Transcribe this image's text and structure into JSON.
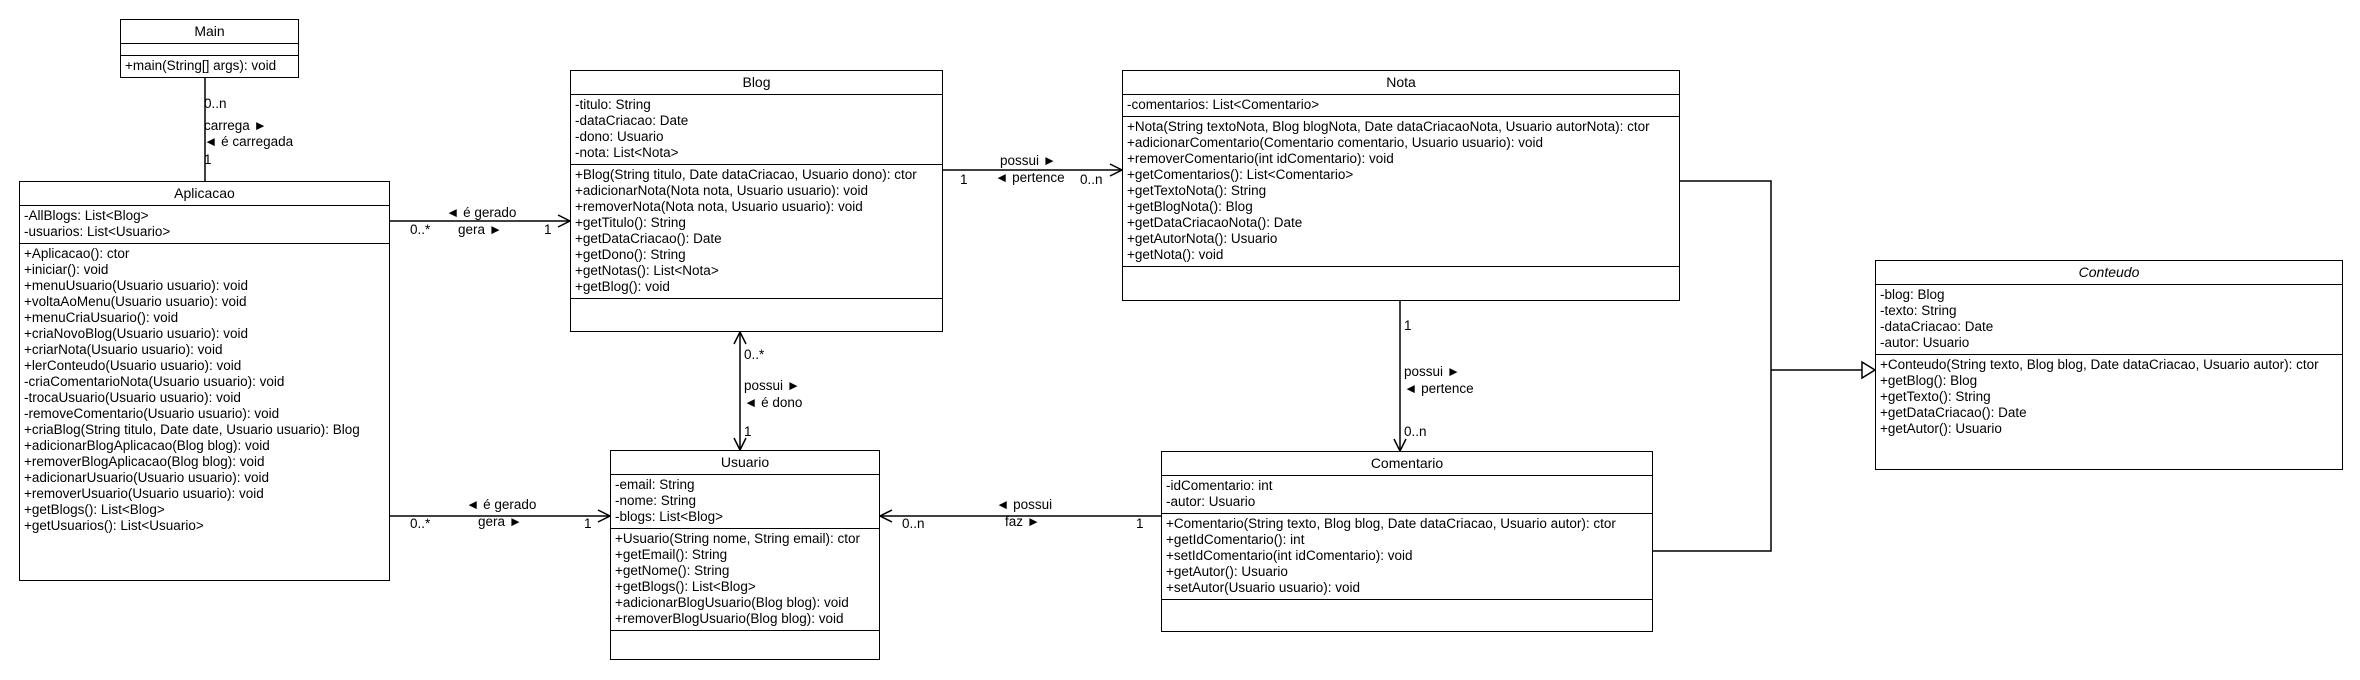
{
  "classes": {
    "main": {
      "name": "Main",
      "attributes": [],
      "operations": [
        "+main(String[] args): void"
      ]
    },
    "aplicacao": {
      "name": "Aplicacao",
      "attributes": [
        "-AllBlogs: List<Blog>",
        "-usuarios: List<Usuario>"
      ],
      "operations": [
        "+Aplicacao(): ctor",
        "+iniciar(): void",
        "+menuUsuario(Usuario usuario): void",
        "+voltaAoMenu(Usuario usuario): void",
        "+menuCriaUsuario(): void",
        "+criaNovoBlog(Usuario usuario): void",
        "+criarNota(Usuario usuario): void",
        "+lerConteudo(Usuario usuario): void",
        "-criaComentarioNota(Usuario usuario): void",
        "-trocaUsuario(Usuario usuario): void",
        "-removeComentario(Usuario usuario): void",
        "+criaBlog(String titulo, Date date, Usuario usuario): Blog",
        "+adicionarBlogAplicacao(Blog blog): void",
        "+removerBlogAplicacao(Blog blog): void",
        "+adicionarUsuario(Usuario usuario): void",
        "+removerUsuario(Usuario usuario): void",
        "+getBlogs(): List<Blog>",
        "+getUsuarios(): List<Usuario>"
      ]
    },
    "blog": {
      "name": "Blog",
      "attributes": [
        "-titulo: String",
        "-dataCriacao: Date",
        "-dono: Usuario",
        "-nota: List<Nota>"
      ],
      "operations": [
        "+Blog(String titulo, Date dataCriacao, Usuario dono): ctor",
        "+adicionarNota(Nota nota, Usuario usuario): void",
        "+removerNota(Nota nota, Usuario usuario): void",
        "+getTitulo(): String",
        "+getDataCriacao(): Date",
        "+getDono(): String",
        "+getNotas(): List<Nota>",
        "+getBlog(): void"
      ]
    },
    "nota": {
      "name": "Nota",
      "attributes": [
        "-comentarios: List<Comentario>"
      ],
      "operations": [
        "+Nota(String textoNota, Blog blogNota, Date dataCriacaoNota, Usuario autorNota): ctor",
        "+adicionarComentario(Comentario comentario, Usuario usuario): void",
        "+removerComentario(int idComentario): void",
        "+getComentarios(): List<Comentario>",
        "+getTextoNota(): String",
        "+getBlogNota(): Blog",
        "+getDataCriacaoNota(): Date",
        "+getAutorNota(): Usuario",
        "+getNota(): void"
      ]
    },
    "usuario": {
      "name": "Usuario",
      "attributes": [
        "-email: String",
        "-nome: String",
        "-blogs: List<Blog>"
      ],
      "operations": [
        "+Usuario(String nome, String email): ctor",
        "+getEmail(): String",
        "+getNome(): String",
        "+getBlogs(): List<Blog>",
        "+adicionarBlogUsuario(Blog blog): void",
        "+removerBlogUsuario(Blog blog): void"
      ]
    },
    "comentario": {
      "name": "Comentario",
      "attributes": [
        "-idComentario: int",
        "-autor: Usuario"
      ],
      "operations": [
        "+Comentario(String texto, Blog blog, Date dataCriacao, Usuario autor): ctor",
        "+getIdComentario(): int",
        "+setIdComentario(int idComentario): void",
        "+getAutor(): Usuario",
        "+setAutor(Usuario usuario): void"
      ]
    },
    "conteudo": {
      "name": "Conteudo",
      "attributes": [
        "-blog: Blog",
        "-texto: String",
        "-dataCriacao: Date",
        "-autor: Usuario"
      ],
      "operations": [
        "+Conteudo(String texto, Blog blog, Date dataCriacao, Usuario autor): ctor",
        "+getBlog(): Blog",
        "+getTexto(): String",
        "+getDataCriacao(): Date",
        "+getAutor(): Usuario"
      ]
    }
  },
  "associations": {
    "main_aplicacao": {
      "label1": "carrega ►",
      "label2": "◄ é carregada",
      "mult_top": "0..n",
      "mult_bottom": "1"
    },
    "aplicacao_blog": {
      "label1": "◄ é gerado",
      "label2": "gera ►",
      "mult_left": "0..*",
      "mult_right": "1"
    },
    "blog_nota": {
      "label1": "possui ►",
      "label2": "◄ pertence",
      "mult_left": "1",
      "mult_right": "0..n"
    },
    "blog_usuario": {
      "mult_top": "0..*",
      "label1": "possui ►",
      "label2": "◄ é dono",
      "mult_bottom": "1"
    },
    "nota_comentario": {
      "mult_top": "1",
      "label1": "possui ►",
      "label2": "◄ pertence",
      "mult_bottom": "0..n"
    },
    "aplicacao_usuario": {
      "label1": "◄ é gerado",
      "label2": "gera ►",
      "mult_left": "0..*",
      "mult_right": "1"
    },
    "comentario_usuario": {
      "label1": "◄ possui",
      "label2": "faz ►",
      "mult_left": "0..n",
      "mult_right": "1"
    }
  }
}
